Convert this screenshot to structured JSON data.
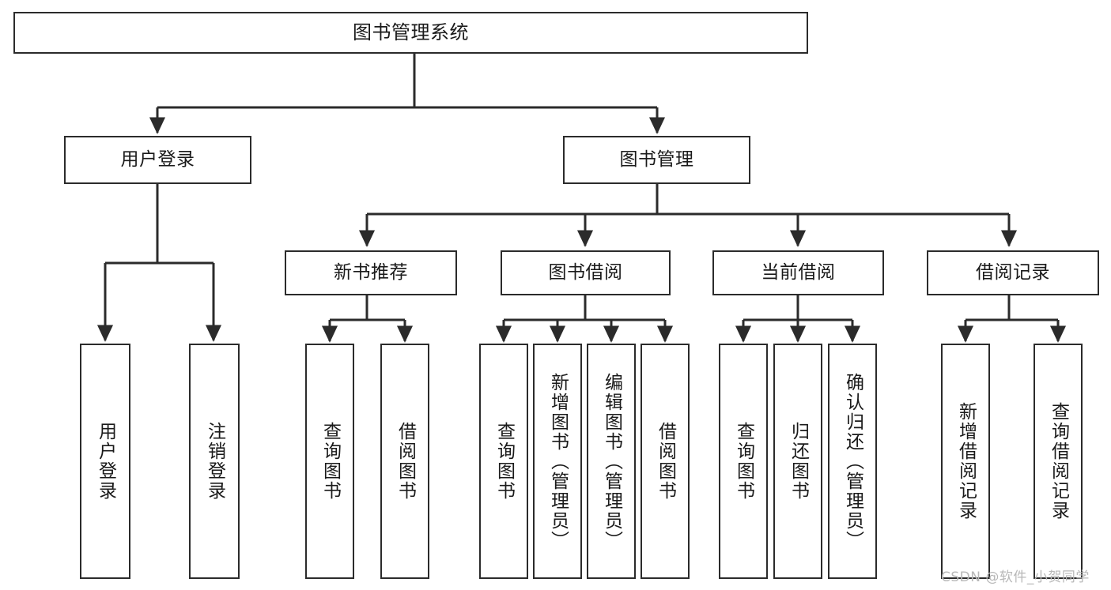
{
  "diagram": {
    "title": "图书管理系统",
    "type": "function-structure-tree",
    "line_color": "#2b2b2b",
    "box_fill": "#ffffff",
    "text_color": "#1a1a1a"
  },
  "root": {
    "label": "图书管理系统"
  },
  "level1": [
    {
      "label": "用户登录"
    },
    {
      "label": "图书管理"
    }
  ],
  "level2": [
    {
      "label": "新书推荐"
    },
    {
      "label": "图书借阅"
    },
    {
      "label": "当前借阅"
    },
    {
      "label": "借阅记录"
    }
  ],
  "leaves": {
    "user_login": [
      {
        "label": "用户登录"
      },
      {
        "label": "注销登录"
      }
    ],
    "new_book_recommend": [
      {
        "label": "查询图书"
      },
      {
        "label": "借阅图书"
      }
    ],
    "book_borrow": [
      {
        "label": "查询图书"
      },
      {
        "label": "新增图书（管理员）"
      },
      {
        "label": "编辑图书（管理员）"
      },
      {
        "label": "借阅图书"
      }
    ],
    "current_borrow": [
      {
        "label": "查询图书"
      },
      {
        "label": "归还图书"
      },
      {
        "label": "确认归还（管理员）"
      }
    ],
    "borrow_record": [
      {
        "label": "新增借阅记录"
      },
      {
        "label": "查询借阅记录"
      }
    ]
  },
  "watermark": {
    "text": "CSDN @软件_小贺同学"
  }
}
